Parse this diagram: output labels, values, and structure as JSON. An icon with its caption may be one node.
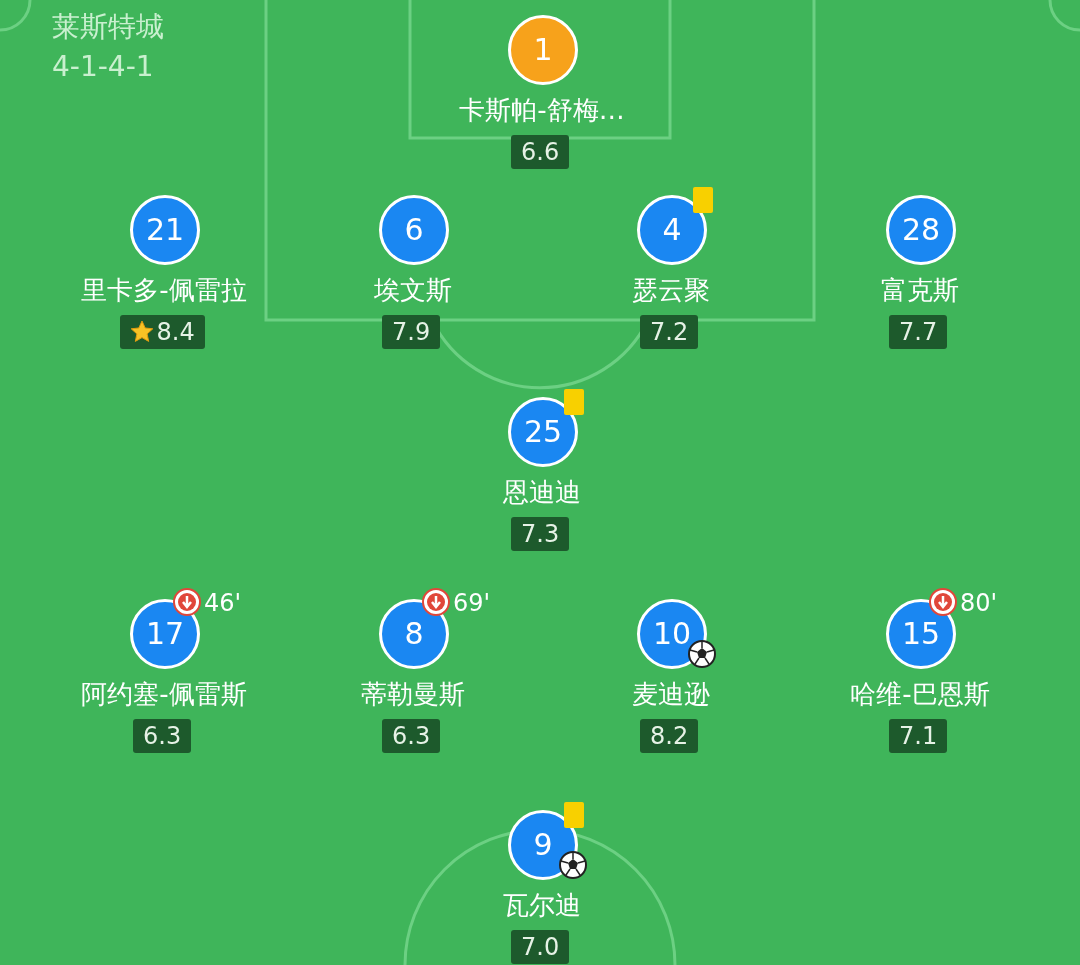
{
  "diagram": {
    "nodes": [
      {
        "text": [
          "1",
          "卡斯帕-舒梅…",
          "6.6"
        ]
      },
      {
        "text": [
          "21",
          "里卡多-佩雷拉",
          "8.4"
        ]
      },
      {
        "text": [
          "6",
          "埃文斯",
          "7.9"
        ]
      },
      {
        "text": [
          "4",
          "瑟云聚",
          "7.2"
        ]
      },
      {
        "text": [
          "28",
          "富克斯",
          "7.7"
        ]
      },
      {
        "text": [
          "25",
          "恩迪迪",
          "7.3"
        ]
      },
      {
        "text": [
          "17",
          "46'",
          "阿约塞-佩雷斯",
          "6.3"
        ]
      },
      {
        "text": [
          "8",
          "69'",
          "蒂勒曼斯",
          "6.3"
        ]
      },
      {
        "text": [
          "10",
          "麦迪逊",
          "8.2"
        ]
      },
      {
        "text": [
          "15",
          "80'",
          "哈维-巴恩斯",
          "7.1"
        ]
      },
      {
        "text": [
          "9",
          "瓦尔迪",
          "7.0"
        ]
      }
    ],
    "labels": [
      "莱斯特城",
      "4-1-4-1"
    ]
  }
}
